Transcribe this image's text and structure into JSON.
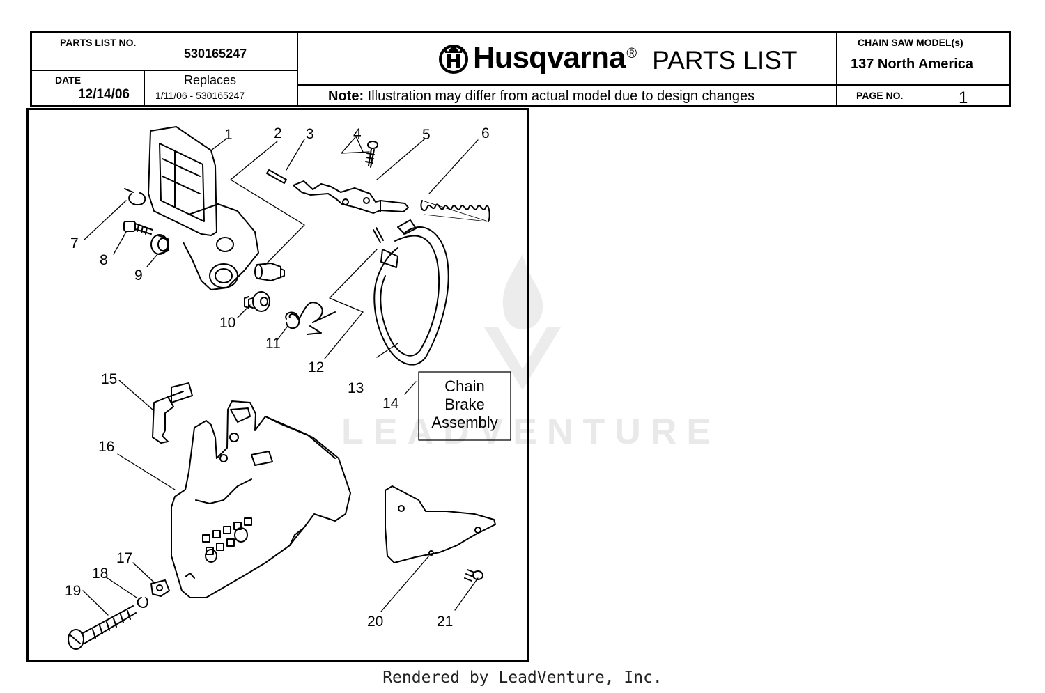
{
  "header": {
    "parts_list_no_label": "PARTS LIST NO.",
    "parts_list_no": "530165247",
    "date_label": "DATE",
    "date": "12/14/06",
    "replaces_label": "Replaces",
    "replaces": "1/11/06 - 530165247",
    "brand": "Husqvarna",
    "brand_reg": "®",
    "title": "PARTS LIST",
    "note_label": "Note:",
    "note_text": " Illustration may differ from actual model due to design changes",
    "model_label": "CHAIN SAW MODEL(s)",
    "model": "137 North America",
    "page_label": "PAGE   NO.",
    "page_no": "1"
  },
  "diagram": {
    "callouts": [
      "1",
      "2",
      "3",
      "4",
      "5",
      "6",
      "7",
      "8",
      "9",
      "10",
      "11",
      "12",
      "13",
      "14",
      "15",
      "16",
      "17",
      "18",
      "19",
      "20",
      "21"
    ],
    "assembly_box": [
      "Chain",
      "Brake",
      "Assembly"
    ]
  },
  "watermark": "LEADVENTURE",
  "footer": "Rendered by LeadVenture, Inc."
}
